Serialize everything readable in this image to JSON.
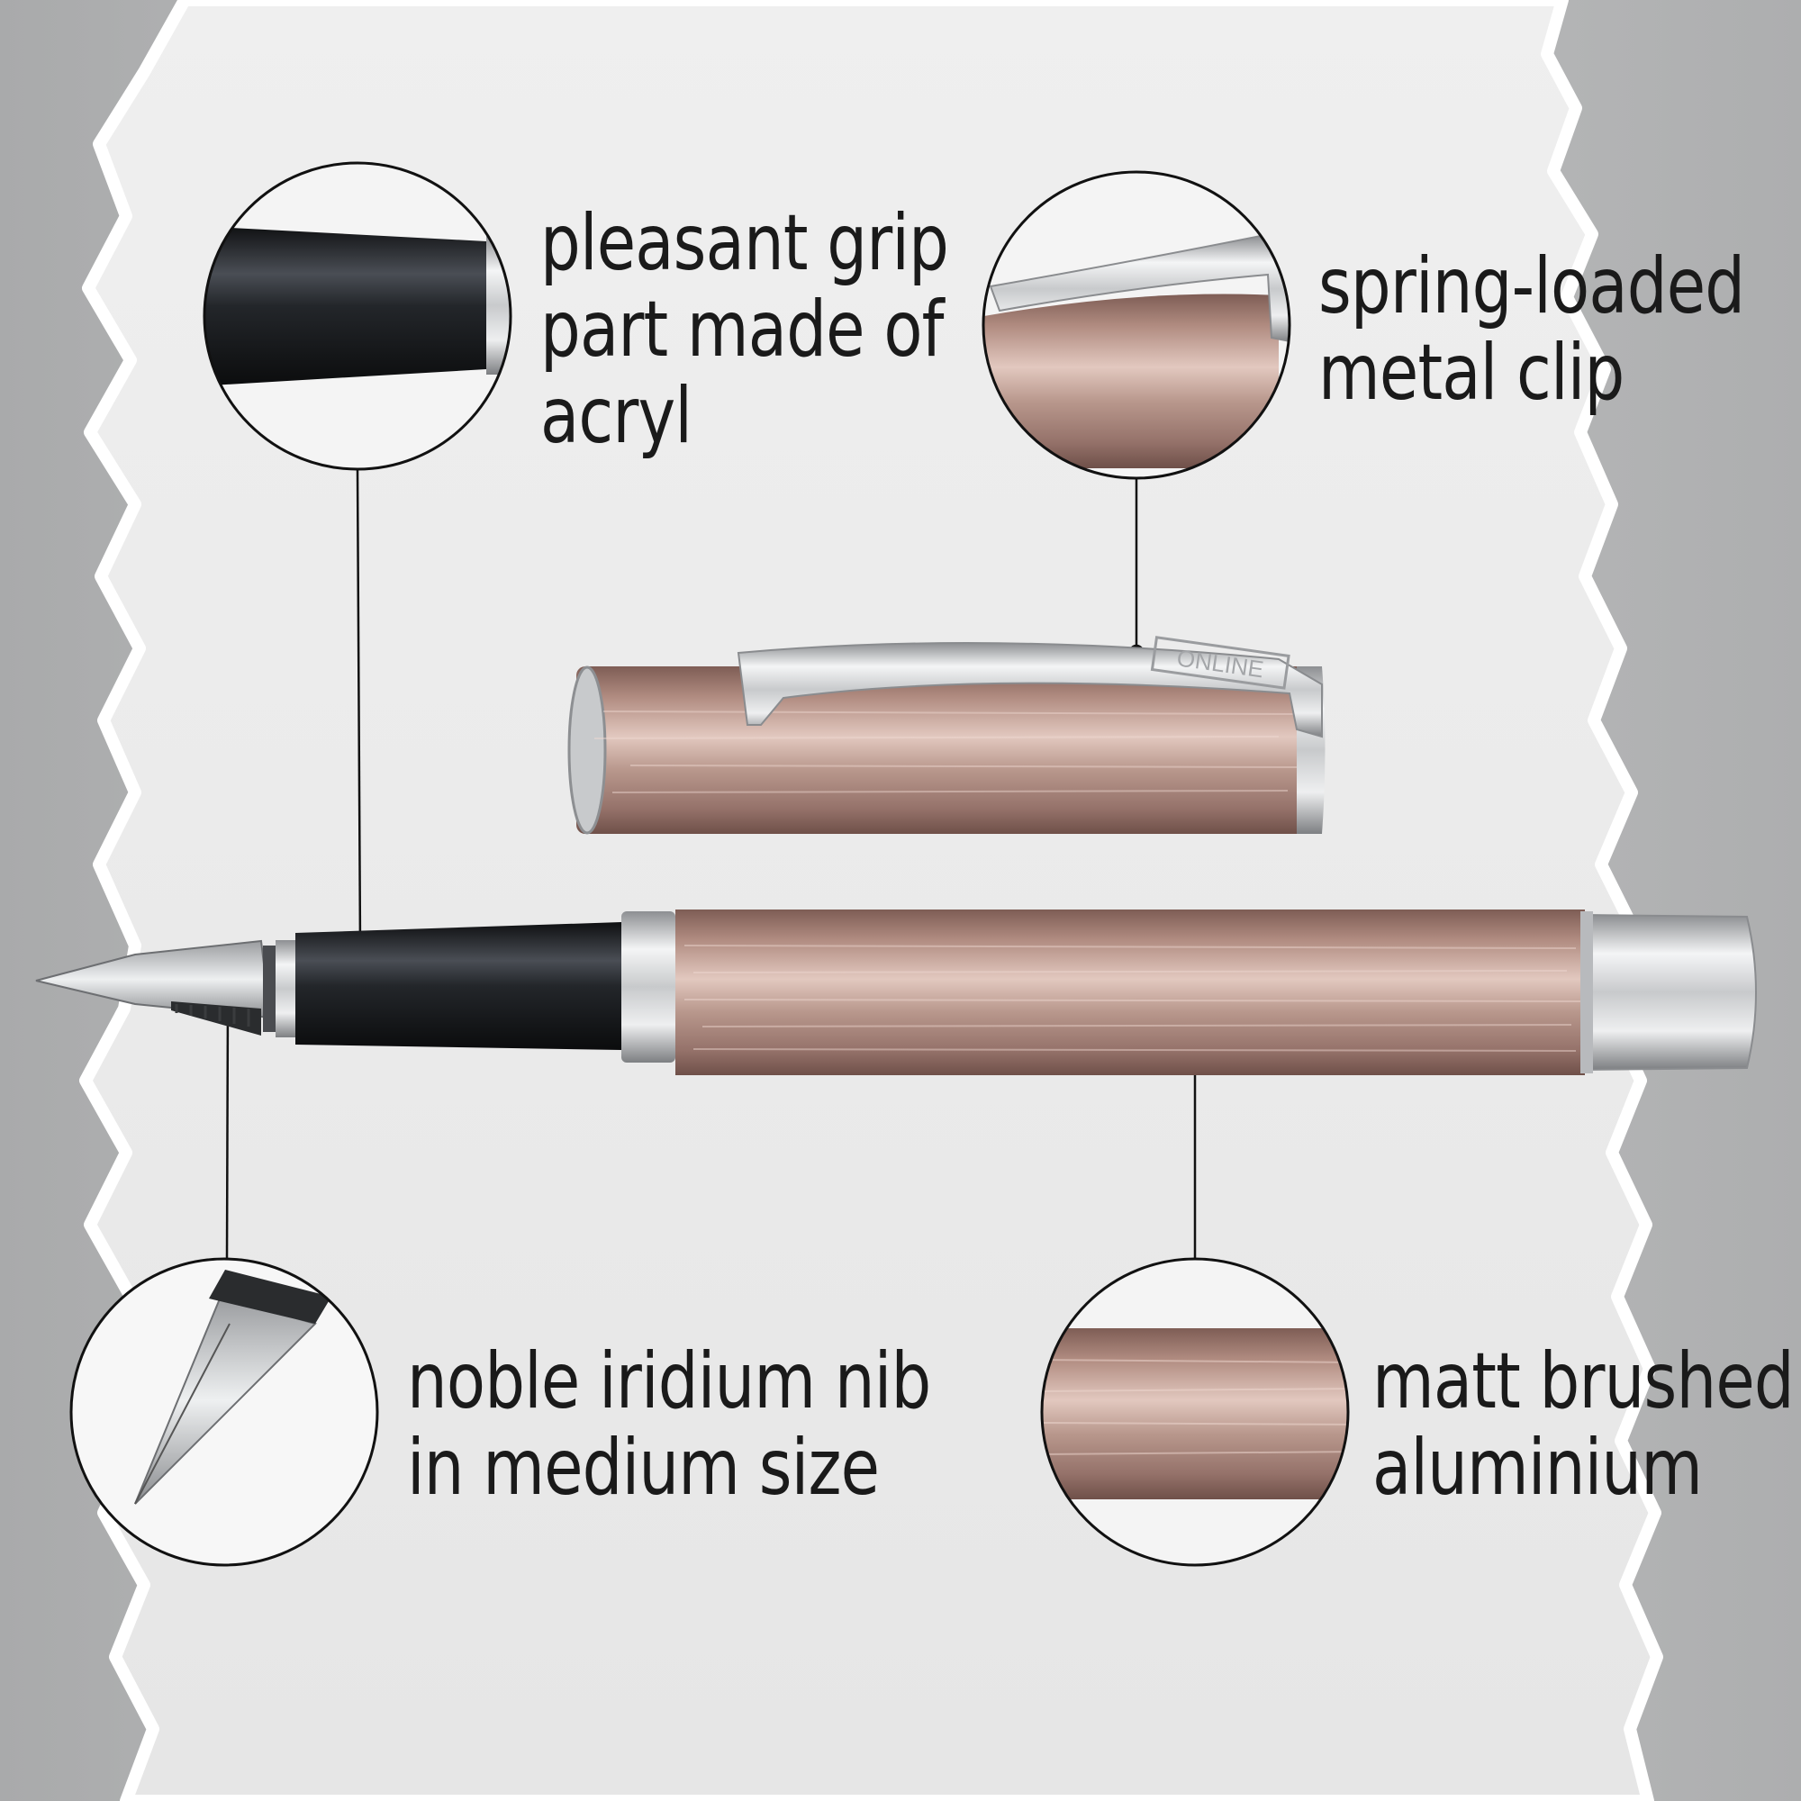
{
  "callouts": {
    "grip": {
      "lines": [
        "pleasant grip",
        "part made of",
        "acryl"
      ],
      "detail_icon": "grip-section-closeup"
    },
    "clip": {
      "lines": [
        "spring-loaded",
        "metal clip"
      ],
      "detail_icon": "metal-clip-closeup"
    },
    "nib": {
      "lines": [
        "noble iridium nib",
        "in medium size"
      ],
      "detail_icon": "nib-closeup"
    },
    "barrel": {
      "lines": [
        "matt brushed",
        "aluminium"
      ],
      "detail_icon": "brushed-barrel-closeup"
    }
  },
  "product": {
    "clip_engraving": "ONLINE",
    "colors": {
      "barrel": "#b08b80",
      "barrel_highlight": "#e2c8bf",
      "barrel_shadow": "#7e5d55",
      "grip": "#1b1d20",
      "chrome": "#d9dadc",
      "background": "#b9babb",
      "paper": "#ececec"
    }
  }
}
